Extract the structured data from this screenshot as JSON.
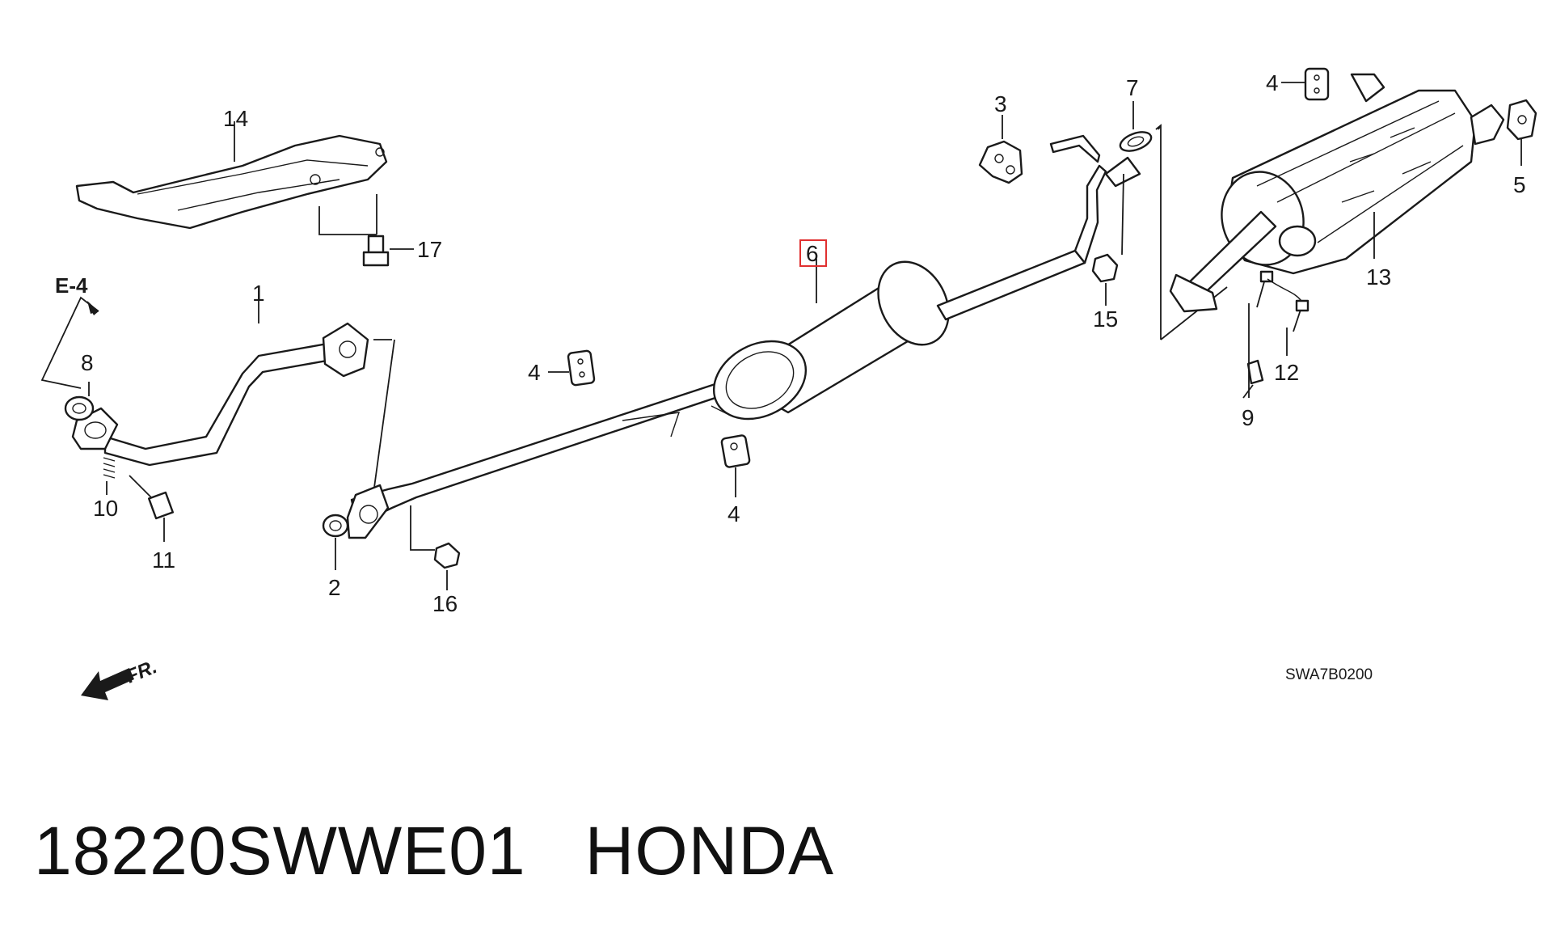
{
  "diagram": {
    "reference": "E-4",
    "front_marker": "FR.",
    "drawing_code": "SWA7B0200",
    "highlighted_part": "6",
    "highlight_color": "#e03030",
    "callouts": {
      "c1": "1",
      "c2": "2",
      "c3": "3",
      "c4a": "4",
      "c4b": "4",
      "c4c": "4",
      "c5": "5",
      "c6": "6",
      "c7": "7",
      "c8": "8",
      "c9": "9",
      "c10": "10",
      "c11": "11",
      "c12": "12",
      "c13": "13",
      "c14": "14",
      "c15": "15",
      "c16": "16",
      "c17": "17"
    }
  },
  "footer": {
    "text": "18220SWWE01   HONDA"
  }
}
